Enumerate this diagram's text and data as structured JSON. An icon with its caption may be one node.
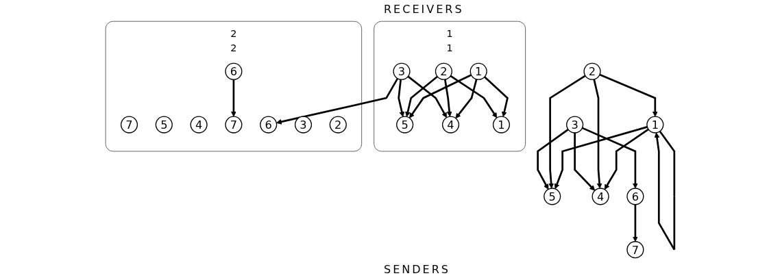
{
  "diagram": {
    "nodes": [
      {
        "text": [
          "5"
        ]
      },
      {
        "text": [
          "1"
        ]
      },
      {
        "text": [
          "2"
        ]
      },
      {
        "text": [
          "3"
        ]
      },
      {
        "text": [
          "4"
        ]
      },
      {
        "text": [
          "6"
        ]
      },
      {
        "text": [
          "7"
        ]
      },
      {
        "text": [
          "1",
          "1"
        ]
      },
      {
        "text": [
          "1"
        ],
        "in": 7
      },
      {
        "text": [
          "4"
        ],
        "in": 7
      },
      {
        "text": [
          "5"
        ],
        "in": 7
      },
      {
        "text": [
          "2",
          "2"
        ]
      },
      {
        "text": [
          "2"
        ],
        "in": 11
      },
      {
        "text": [
          "3"
        ],
        "in": 11
      },
      {
        "text": [
          "6"
        ],
        "in": 11
      },
      {
        "text": [
          "7"
        ],
        "in": 11
      },
      {
        "text": [
          "1"
        ],
        "in": 7
      },
      {
        "text": [
          "2"
        ],
        "in": 7
      },
      {
        "text": [
          "3"
        ],
        "in": 7
      },
      {
        "text": [
          "4"
        ],
        "in": 11
      },
      {
        "text": [
          "5"
        ],
        "in": 11
      },
      {
        "text": [
          "6"
        ],
        "in": 11
      },
      {
        "text": [
          "7"
        ],
        "in": 11
      }
    ],
    "edges": [
      {
        "from": 1,
        "to": 1,
        "arrow": "to"
      },
      {
        "from": 1,
        "to": 0,
        "arrow": "to"
      },
      {
        "from": 2,
        "to": 0,
        "arrow": "to"
      },
      {
        "from": 3,
        "to": 0,
        "arrow": "to"
      },
      {
        "from": 2,
        "to": 1,
        "arrow": "to"
      },
      {
        "from": 1,
        "to": 4,
        "arrow": "to"
      },
      {
        "from": 2,
        "to": 4,
        "arrow": "to"
      },
      {
        "from": 3,
        "to": 4,
        "arrow": "to"
      },
      {
        "from": 3,
        "to": 5,
        "arrow": "to"
      },
      {
        "from": 5,
        "to": 6,
        "arrow": "to"
      },
      {
        "from": 16,
        "to": 8,
        "arrow": "to"
      },
      {
        "from": 16,
        "to": 9,
        "arrow": "to"
      },
      {
        "from": 16,
        "to": 10,
        "arrow": "to"
      },
      {
        "from": 17,
        "to": 9,
        "arrow": "to"
      },
      {
        "from": 17,
        "to": 8,
        "arrow": "to"
      },
      {
        "from": 17,
        "to": 10,
        "arrow": "to"
      },
      {
        "from": 18,
        "to": 10,
        "arrow": "to"
      },
      {
        "from": 18,
        "to": 9,
        "arrow": "to"
      },
      {
        "from": 18,
        "to": 14,
        "arrow": "to"
      },
      {
        "from": 21,
        "to": 15,
        "arrow": "to"
      }
    ],
    "labels": [
      "RECEIVERS",
      "SENDERS"
    ]
  }
}
